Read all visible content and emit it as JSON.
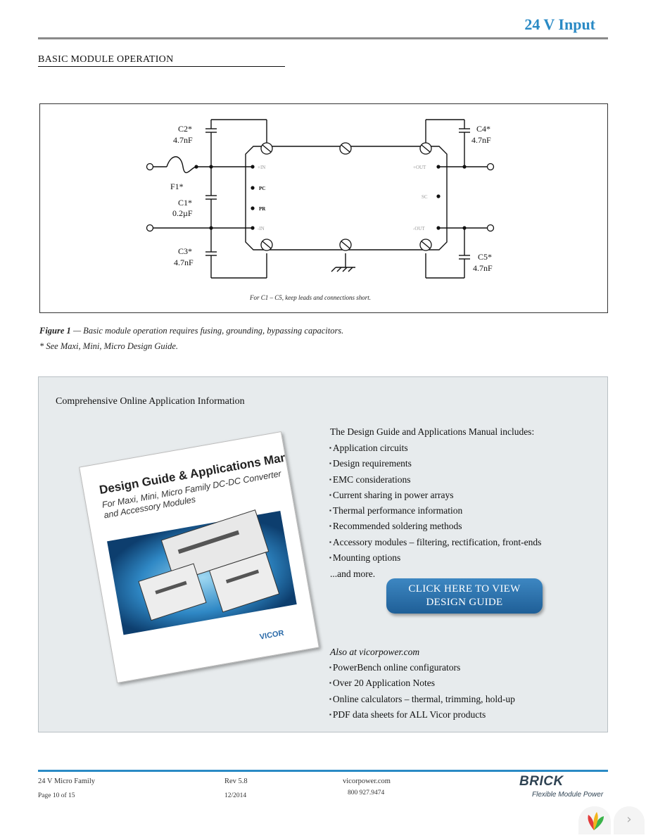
{
  "header": {
    "title": "24 V Input"
  },
  "section": {
    "heading": "Basic Module Operation"
  },
  "figure": {
    "labels": {
      "c2": "C2*",
      "c2_val": "4.7nF",
      "f1": "F1*",
      "c1": "C1*",
      "c1_val": "0.2µF",
      "c3": "C3*",
      "c3_val": "4.7nF",
      "c4": "C4*",
      "c4_val": "4.7nF",
      "c5": "C5*",
      "c5_val": "4.7nF",
      "pin_pc": "PC",
      "pin_pr": "PR",
      "pin_vin_pos": "+IN",
      "pin_vin_neg": "-IN",
      "pin_vout_pos": "+OUT",
      "pin_vout_neg": "-OUT",
      "pin_sc": "SC"
    },
    "note": "For C1 – C5, keep leads and connections short.",
    "caption_label": "Figure 1",
    "caption_text": " — Basic module operation requires fusing, grounding, bypassing capacitors.",
    "footnote": "* See Maxi, Mini, Micro Design Guide."
  },
  "panel": {
    "title": "Comprehensive Online Application Information",
    "cover": {
      "title": "Design Guide & Applications Manual",
      "subtitle_1": "For Maxi, Mini, Micro Family DC-DC Converter",
      "subtitle_2": "and Accessory Modules",
      "logo": "VICOR"
    },
    "intro": "The Design Guide and Applications Manual includes:",
    "design_items": [
      "Application circuits",
      "Design requirements",
      "EMC considerations",
      "Current sharing in power arrays",
      "Thermal performance information",
      "Recommended soldering methods",
      "Accessory modules – filtering, rectification, front-ends",
      "Mounting options"
    ],
    "and_more": "...and more.",
    "button": {
      "line1": "CLICK HERE TO VIEW",
      "line2": "DESIGN GUIDE"
    },
    "also": "Also at vicorpower.com",
    "online_items": [
      "PowerBench online configurators",
      "Over 20 Application Notes",
      "Online calculators – thermal, trimming, hold-up",
      "PDF data sheets for ALL Vicor products"
    ]
  },
  "footer": {
    "product": "24 V Micro Family",
    "page": "Page 10 of 15",
    "rev": "Rev 5.8",
    "date": "12/2014",
    "web": "vicorpower.com",
    "phone": "800 927.9474",
    "brand": "BRICK",
    "tagline": "Flexible Module Power"
  },
  "viewer": {
    "next_symbol": "›"
  }
}
